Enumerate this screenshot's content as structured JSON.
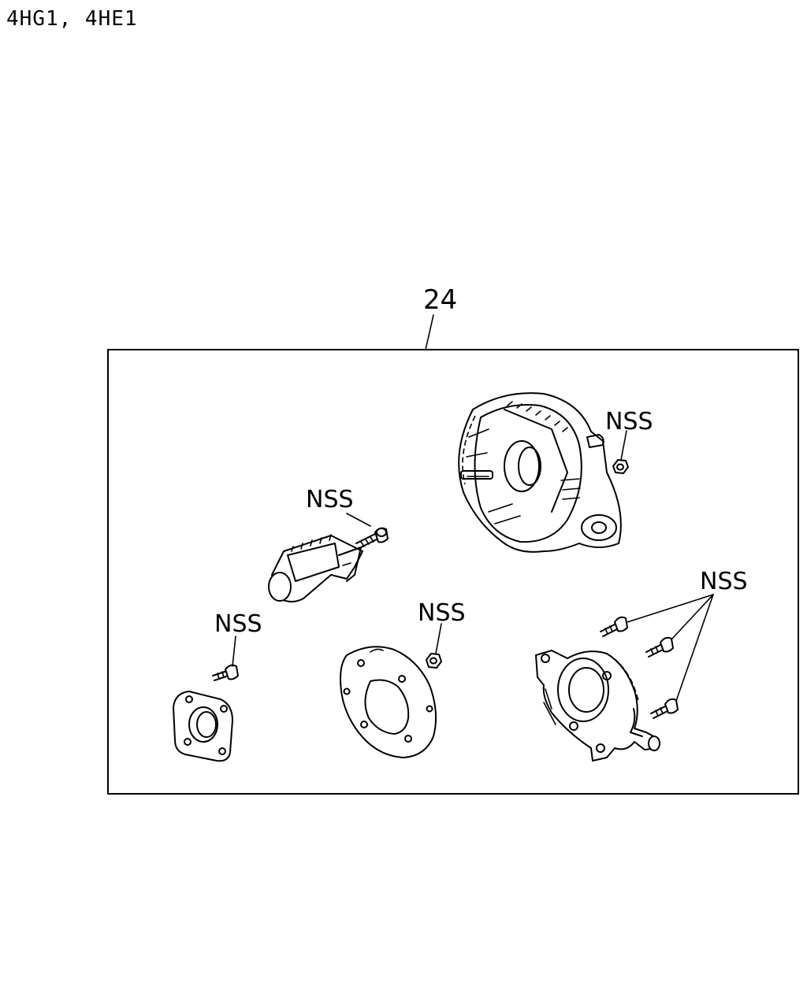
{
  "header": {
    "model_codes": "4HG1, 4HE1"
  },
  "callout": {
    "number": "24"
  },
  "labels": {
    "nss_rear_housing_nut": "NSS",
    "nss_brush_holder_bolt": "NSS",
    "nss_plate_bolt": "NSS",
    "nss_cover_nut": "NSS",
    "nss_front_housing_bolts": "NSS"
  }
}
